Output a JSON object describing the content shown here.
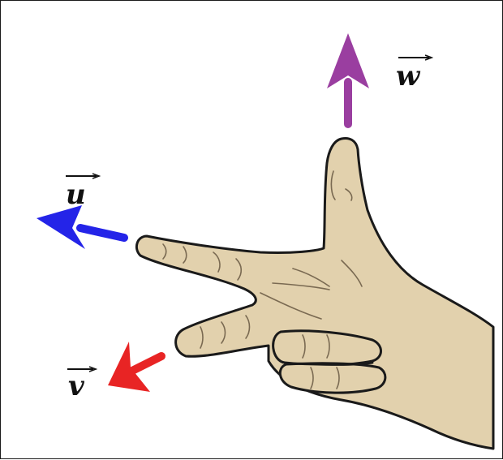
{
  "diagram": {
    "labels": {
      "u": "u",
      "v": "v",
      "w": "w"
    },
    "colors": {
      "u_arrow": "#2424e8",
      "v_arrow": "#e82424",
      "w_arrow": "#9a3ea0",
      "skin": "#e2d1ad",
      "outline": "#1a1a1a"
    },
    "icons": {
      "hand": "right-hand-rule-hand",
      "arrow": "vector-arrow"
    }
  }
}
